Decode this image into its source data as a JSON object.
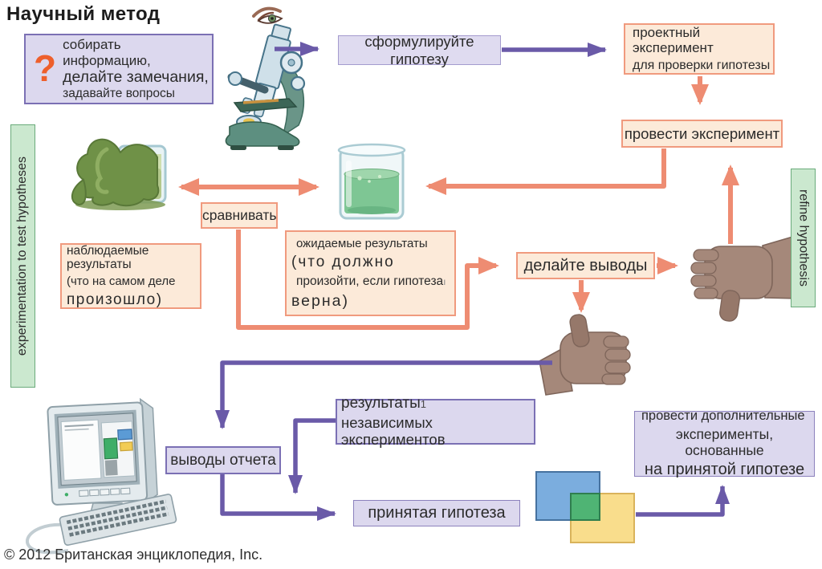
{
  "title": "Научный метод",
  "copyright": "© 2012 Британская энциклопедия, Inc.",
  "side_labels": {
    "left": "experimentation to test hypotheses",
    "right": "refine hypothesis"
  },
  "boxes": {
    "gather": {
      "question_mark": "?",
      "line1": "собирать информацию,",
      "line2": "делайте замечания,",
      "line3": "задавайте вопросы"
    },
    "hypothesis": {
      "label": "сформулируйте гипотезу"
    },
    "design": {
      "line1": "проектный эксперимент",
      "line2": "для проверки гипотезы"
    },
    "perform": {
      "label": "провести эксперимент"
    },
    "observed": {
      "line1": "наблюдаемые результаты",
      "line2": "(что на самом деле",
      "line3": "произошло)"
    },
    "compare": {
      "label": "сравнивать"
    },
    "expected": {
      "line1": "ожидаемые результаты",
      "line2": "(что должно",
      "line3": "произойти, если гипотеза",
      "line3_mark": "ı",
      "line4": "верна)"
    },
    "conclusions": {
      "label": "делайте выводы"
    },
    "report": {
      "label": "выводы отчета"
    },
    "independent": {
      "line1": "результаты",
      "line1_mark": "1",
      "line2": "независимых экспериментов"
    },
    "accepted": {
      "label": "принятая гипотеза"
    },
    "further": {
      "line1": "провести дополнительные",
      "line2": "эксперименты, основанные",
      "line3": "на принятой гипотезе"
    }
  },
  "illustrations": {
    "eye": "eye-icon",
    "microscope": "microscope-illustration",
    "goo_jar": "overflowing-jar-illustration",
    "beaker": "beaker-illustration",
    "thumbs_down": "thumbs-down-icon",
    "thumbs_up": "thumbs-up-icon",
    "computer": "computer-illustration",
    "squares": "overlapping-squares-illustration"
  },
  "colors": {
    "salmon_arrow": "#ee8c72",
    "peach_bg": "#fcead9",
    "peach_border": "#f09a7e",
    "purple_arrow": "#6a5aa8",
    "lavender_bg": "#dcd8ee",
    "lavender_border": "#7b70b4",
    "green_bg": "#cbe8cf",
    "green_border": "#6aab7b",
    "question_orange": "#ee5f2c",
    "square_blue": "#7badde",
    "square_yellow": "#f9dd8c",
    "square_green": "#4fb474"
  }
}
